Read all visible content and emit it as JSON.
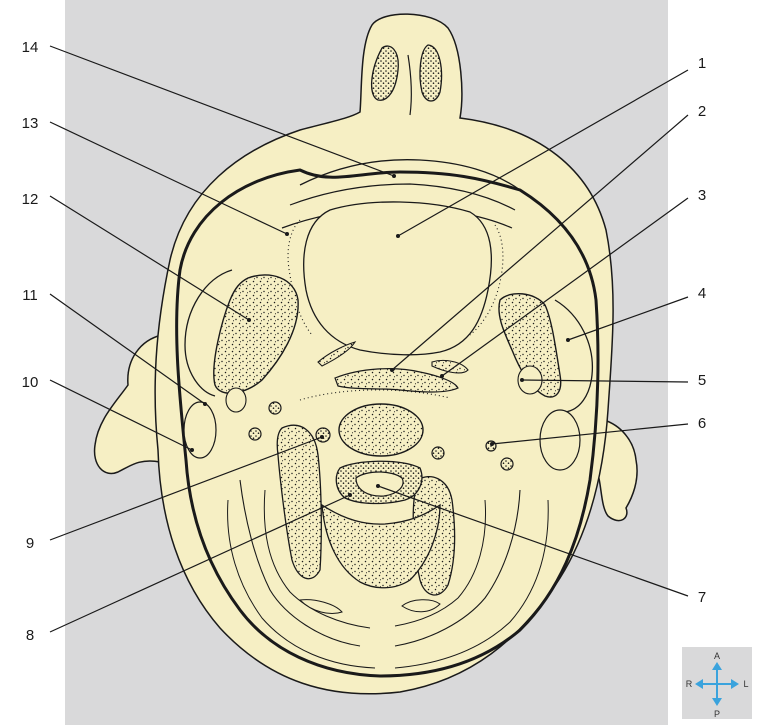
{
  "colors": {
    "background_panel": "#d9d9da",
    "tissue_fill": "#f6efc4",
    "outline": "#1a1a1a",
    "bone_stipple": "#1a1a1a",
    "compass_arrow": "#3aa3dd"
  },
  "labels": {
    "l1": "1",
    "l2": "2",
    "l3": "3",
    "l4": "4",
    "l5": "5",
    "l6": "6",
    "l7": "7",
    "l8": "8",
    "l9": "9",
    "l10": "10",
    "l11": "11",
    "l12": "12",
    "l13": "13",
    "l14": "14"
  },
  "compass": {
    "anterior": "A",
    "posterior": "P",
    "right": "R",
    "left": "L"
  }
}
